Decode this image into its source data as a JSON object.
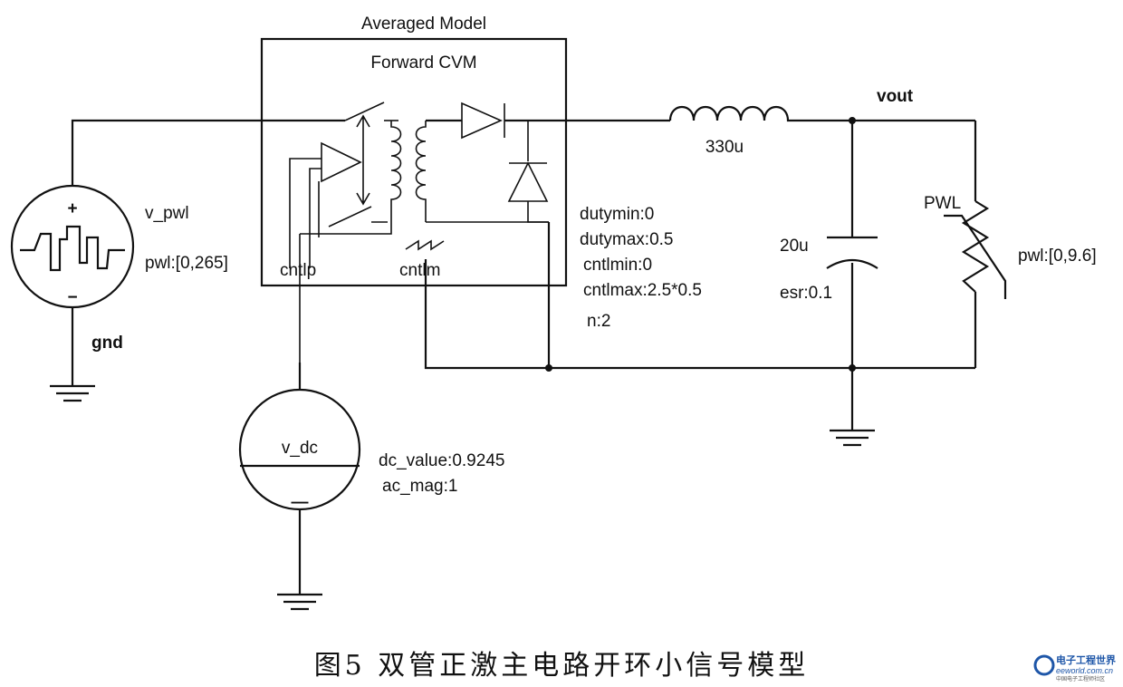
{
  "model": {
    "title": "Averaged Model",
    "subtitle": "Forward CVM",
    "pin_left": "cntlp",
    "pin_right": "cntlm"
  },
  "sources": {
    "v_pwl": {
      "name": "v_pwl",
      "param": "pwl:[0,265]",
      "plus": "+",
      "minus": "−"
    },
    "v_dc": {
      "name": "v_dc",
      "param1": "dc_value:0.9245",
      "param2": "ac_mag:1"
    }
  },
  "nodes": {
    "gnd": "gnd",
    "vout": "vout"
  },
  "params": [
    "dutymin:0",
    "dutymax:0.5",
    "cntlmin:0",
    "cntlmax:2.5*0.5",
    "n:2"
  ],
  "inductor": {
    "value": "330u"
  },
  "capacitor": {
    "value": "20u",
    "esr": "esr:0.1"
  },
  "load": {
    "name": "PWL",
    "param": "pwl:[0,9.6]"
  },
  "caption": "图5   双管正激主电路开环小信号模型",
  "watermark": {
    "line1": "电子工程世界",
    "line2": "eeworld.com.cn",
    "line3": "中国电子工程师社区"
  }
}
